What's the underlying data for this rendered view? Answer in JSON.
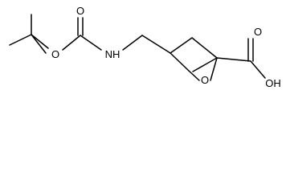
{
  "molecule": {
    "atoms": {
      "carbonyl_oxygen_boc": "O",
      "ester_oxygen": "O",
      "amine": "NH",
      "ring_oxygen": "O",
      "carbonyl_oxygen_acid": "O",
      "hydroxyl": "OH"
    }
  },
  "colors": {
    "bond": "#000000",
    "label": "#000000",
    "background": "#ffffff"
  }
}
